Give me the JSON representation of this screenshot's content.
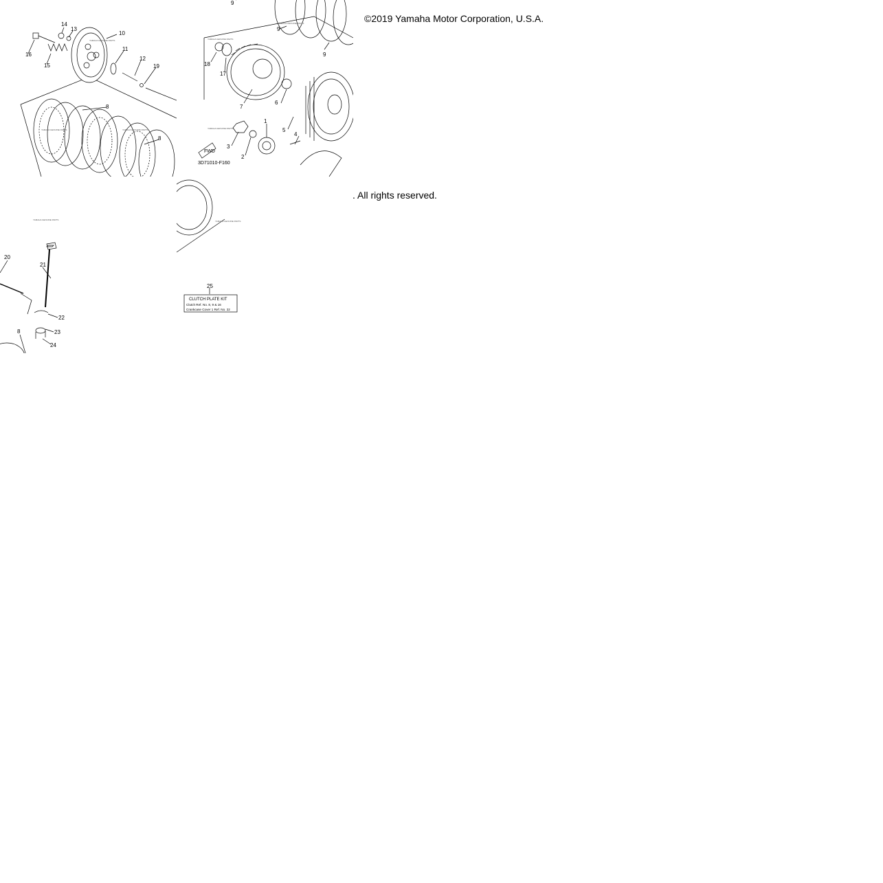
{
  "copyright": "©2019 Yamaha Motor Corporation, U.S.A.",
  "rights": ". All rights reserved.",
  "figure_code": "3D71010-F160",
  "fwd_label": "FWD",
  "kit": {
    "number": "25",
    "title": "CLUTCH PLATE KIT",
    "line1": "Clutch Ref. No. 8, 9 & 16",
    "line2": "Crankcase Cover 1 Ref. No. 22"
  },
  "callouts": {
    "c1": "1",
    "c2": "2",
    "c3": "3",
    "c4": "4",
    "c5": "5",
    "c6": "6",
    "c7": "7",
    "c8a": "8",
    "c8b": "8",
    "c8c": "8",
    "c9a": "9",
    "c9b": "9",
    "c9c": "9",
    "c10": "10",
    "c11": "11",
    "c12": "12",
    "c13": "13",
    "c14": "14",
    "c15": "15",
    "c16": "16",
    "c17": "17",
    "c18": "18",
    "c19": "19",
    "c20": "20",
    "c21": "21",
    "c22": "22",
    "c23": "23",
    "c24": "24"
  },
  "notes": {
    "n1": "YAMAHA GENUINE PARTS",
    "n2": "YAMAHA GENUINE PARTS",
    "n3": "YAMAHA GENUINE PARTS",
    "n4": "YAMAHA GENUINE PARTS",
    "n5": "YAMAHA GENUINE PARTS",
    "n6": "YAMAHA GENUINE PARTS",
    "n7": "YAMAHA GENUINE PARTS",
    "n8": "YAMAHA GENUINE PARTS"
  }
}
